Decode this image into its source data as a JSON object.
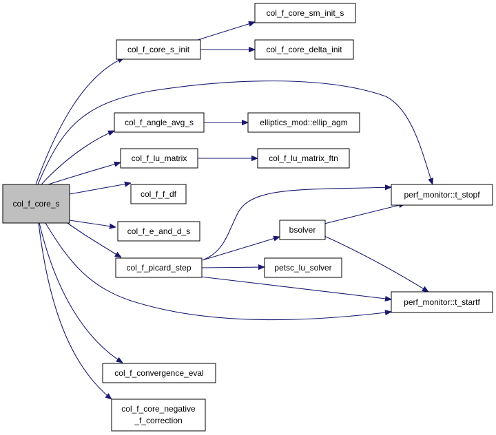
{
  "nodes": {
    "root": "col_f_core_s",
    "core_s_init": "col_f_core_s_init",
    "sm_init": "col_f_core_sm_init_s",
    "delta_init": "col_f_core_delta_init",
    "angle_avg": "col_f_angle_avg_s",
    "ellip_agm": "elliptics_mod::ellip_agm",
    "lu_matrix": "col_f_lu_matrix",
    "lu_matrix_ftn": "col_f_lu_matrix_ftn",
    "f_df": "col_f_f_df",
    "e_and_d": "col_f_e_and_d_s",
    "picard": "col_f_picard_step",
    "bsolver": "bsolver",
    "petsc": "petsc_lu_solver",
    "t_stopf": "perf_monitor::t_stopf",
    "t_startf": "perf_monitor::t_startf",
    "convergence": "col_f_convergence_eval",
    "negative_line1": "col_f_core_negative",
    "negative_line2": "_f_correction"
  }
}
